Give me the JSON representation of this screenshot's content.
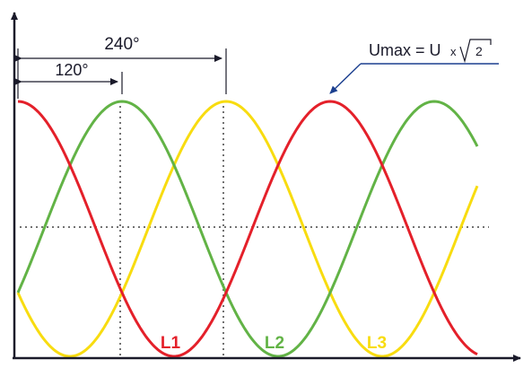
{
  "diagram": {
    "angle_large": "240°",
    "angle_small": "120°",
    "umax_lhs": "Umax = U",
    "umax_times": "x",
    "umax_root_arg": "2",
    "phase_labels": [
      "L1",
      "L2",
      "L3"
    ]
  },
  "colors": {
    "L1": "#e4202a",
    "L2": "#62b346",
    "L3": "#f8dc10",
    "axis": "#1a1a2a",
    "guide": "#444444",
    "annotation": "#1b3f8f",
    "text": "#1a1a2a"
  }
}
